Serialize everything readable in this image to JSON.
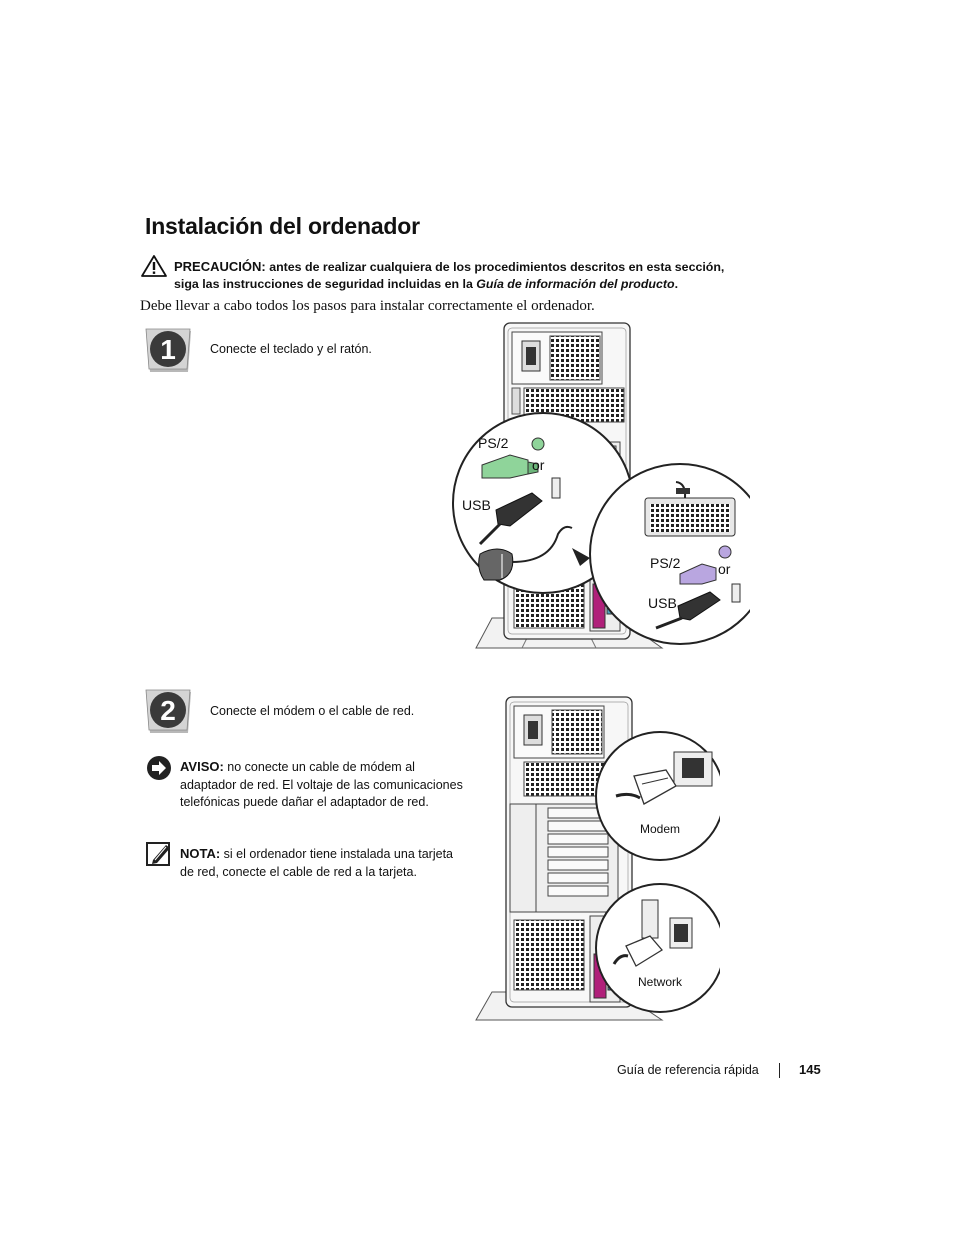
{
  "page": {
    "title": "Instalación del ordenador",
    "caution": {
      "label": "PRECAUCIÓN:",
      "text_1": "antes de realizar cualquiera de los procedimientos descritos en esta sección,",
      "text_2": "siga las instrucciones de seguridad incluidas en la ",
      "guide_name": "Guía de información del producto",
      "end": "."
    },
    "intro": "Debe llevar a cabo todos los pasos para instalar correctamente el ordenador."
  },
  "steps": [
    {
      "number": "1",
      "text": "Conecte el teclado y el ratón."
    },
    {
      "number": "2",
      "text": "Conecte el módem o el cable de red."
    }
  ],
  "notice": {
    "label": "AVISO:",
    "line_1": " no conecte un cable de módem al",
    "line_2": "adaptador de red. El voltaje de las comunicaciones",
    "line_3": "telefónicas puede dañar el adaptador de red."
  },
  "note": {
    "label": "NOTA:",
    "line_1": " si el ordenador tiene instalada una tarjeta",
    "line_2": "de red, conecte el cable de red a la tarjeta."
  },
  "figure_1": {
    "mouse_ps2": "PS/2",
    "mouse_or": "or",
    "mouse_usb": "USB",
    "kb_ps2": "PS/2",
    "kb_or": "or",
    "kb_usb": "USB",
    "colors": {
      "ps2_mouse": "#8fd49a",
      "ps2_keyboard": "#b9a6e0",
      "parallel_port": "#b0207a"
    }
  },
  "figure_2": {
    "modem": "Modem",
    "network": "Network"
  },
  "footer": {
    "label": "Guía de referencia rápida",
    "page": "145"
  }
}
